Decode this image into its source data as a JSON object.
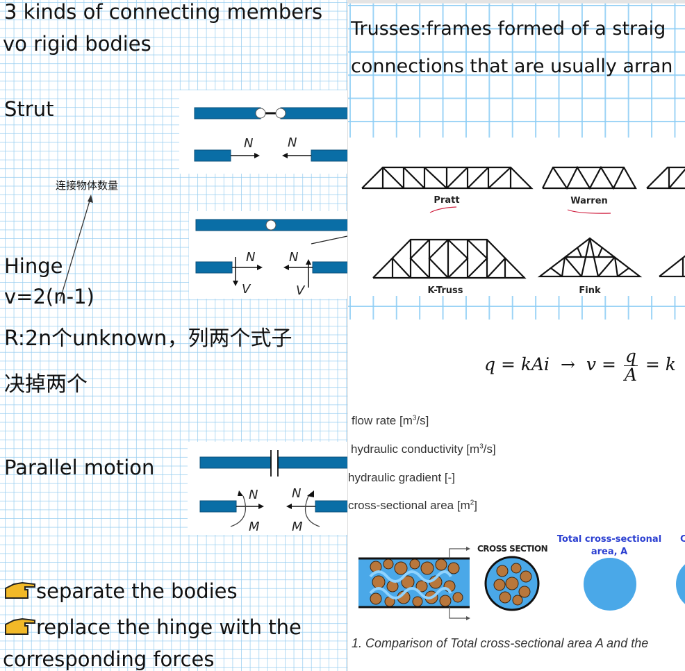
{
  "left": {
    "heading_line1": "3 kinds of connecting members",
    "heading_line2": "vo rigid bodies",
    "strut_label": "Strut",
    "annotation_chinese": "连接物体数量",
    "hinge_label": "Hinge",
    "hinge_formula": "v=2(n-1)",
    "note_line1": "R:2n个unknown，列两个式子",
    "note_line2": "决掉两个",
    "parallel_label": "Parallel motion",
    "bullets": [
      {
        "icon": "pointing-hand",
        "text": "separate the bodies"
      },
      {
        "icon": "pointing-hand",
        "text": "replace the hinge with the"
      }
    ],
    "bullet_continuation": "corresponding forces",
    "figure_labels": {
      "N": "N",
      "V": "V",
      "M": "M"
    },
    "colors": {
      "member": "#0a6ea6",
      "grid": "#bfe3f7"
    }
  },
  "right": {
    "trusses_line1": "Trusses:frames formed of a straig",
    "trusses_line2": "connections that are usually arran",
    "truss_types": [
      "Pratt",
      "Warren",
      "K-Truss",
      "Fink"
    ],
    "equation": {
      "lhs": "q = kAi",
      "arrow": "→",
      "v_part": "v =",
      "numerator": "q",
      "denominator": "A",
      "tail": "= k"
    },
    "definitions": [
      {
        "text": "flow rate [m",
        "sup": "3",
        "tail": "/s]"
      },
      {
        "text": "hydraulic conductivity [m",
        "sup": "3",
        "tail": "/s]"
      },
      {
        "text": "hydraulic gradient [-]",
        "sup": "",
        "tail": ""
      },
      {
        "text": "cross-sectional area [m",
        "sup": "2",
        "tail": "]"
      }
    ],
    "cross_section_label": "CROSS SECTION",
    "total_area_label_line1": "Total cross-sectional",
    "total_area_label_line2": "area, A",
    "caption": "1. Comparison of Total cross-sectional area A and the",
    "colors": {
      "water": "#4aa8e8",
      "soil": "#b8773c",
      "label_blue": "#2b3fd1",
      "underline": "#d02040"
    }
  }
}
